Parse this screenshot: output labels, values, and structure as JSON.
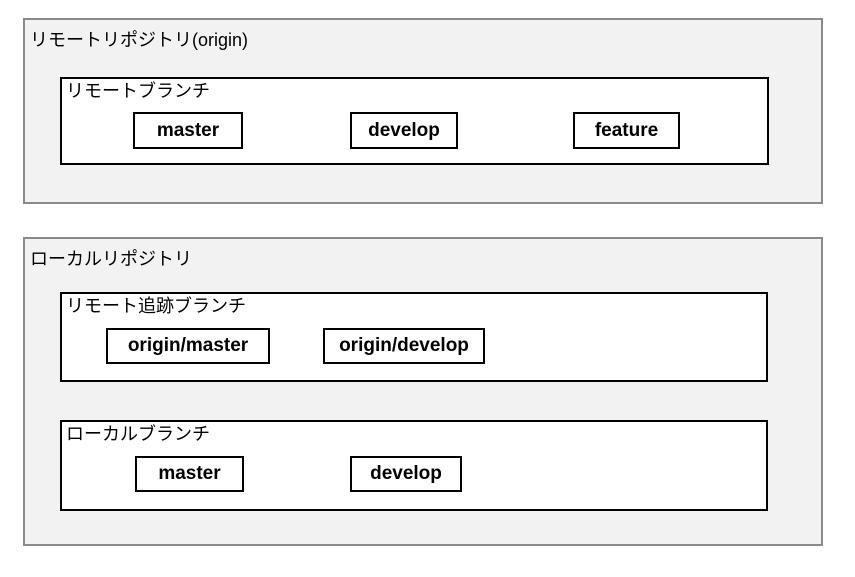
{
  "diagram": {
    "remote_repo": {
      "title": "リモートリポジトリ(origin)",
      "remote_branches": {
        "title": "リモートブランチ",
        "branches": [
          "master",
          "develop",
          "feature"
        ]
      }
    },
    "local_repo": {
      "title": "ローカルリポジトリ",
      "tracking_branches": {
        "title": "リモート追跡ブランチ",
        "branches": [
          "origin/master",
          "origin/develop"
        ]
      },
      "local_branches": {
        "title": "ローカルブランチ",
        "branches": [
          "master",
          "develop"
        ]
      }
    },
    "colors": {
      "container_bg": "#f2f2f2",
      "container_border": "#8a8a8a",
      "node_bg": "#ffffff",
      "node_border": "#000000",
      "text": "#000000"
    }
  }
}
